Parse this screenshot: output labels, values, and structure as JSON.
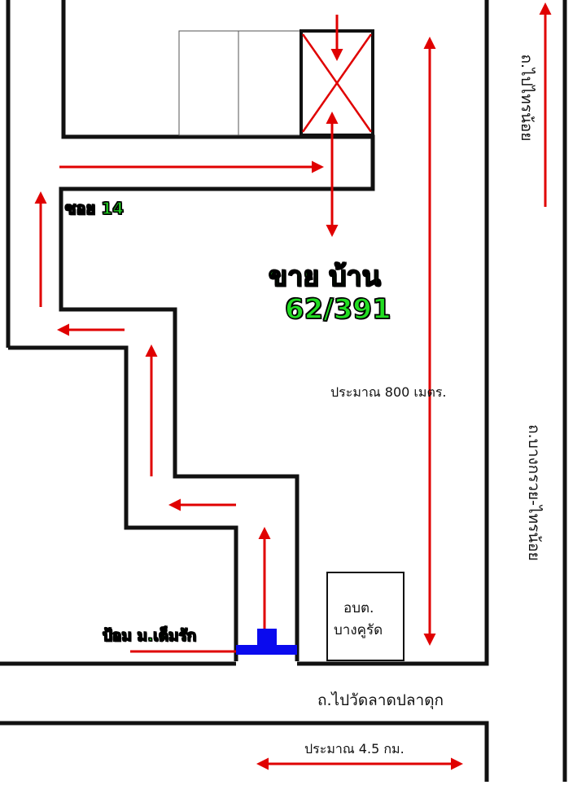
{
  "title_lines": [
    "ขาย บ้าน",
    "62/391"
  ],
  "labels": {
    "soi": "ซอย 14",
    "distance_800": "ประมาณ 800  เมตร.",
    "distance_4_5": "ประมาณ 4.5 กม.",
    "road_wat": "ถ.ไปวัดลาดปลาดุก",
    "road_sainoi": "ถ.ไปไทรน้อย",
    "road_bangkruai": "ถ.บางกรวย-ไทรน้อย",
    "police_box": "ป้อม ม.เต็มรัก",
    "sao_line1": "อบต.",
    "sao_line2": "บางคูรัด"
  },
  "icons": [
    "house-target-cross-icon",
    "police-box-icon",
    "direction-arrow-icon"
  ],
  "colors": {
    "road_outline": "#111111",
    "route_arrow": "#e00000",
    "label_green": "#22dd22",
    "police_box_fill": "#0a0aee",
    "target_cross": "#e00000"
  }
}
